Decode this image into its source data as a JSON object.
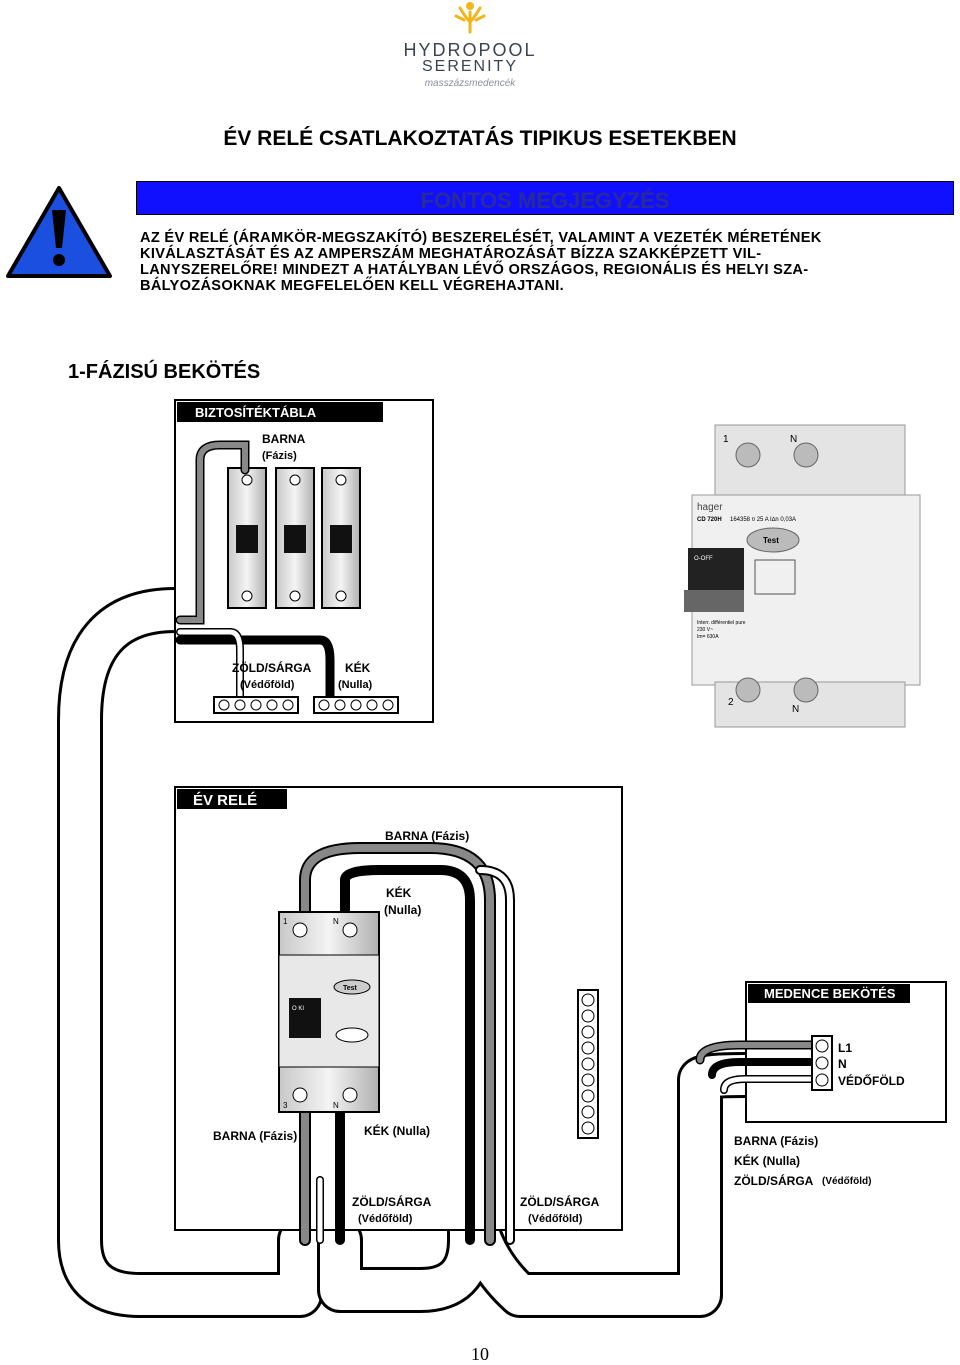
{
  "logo": {
    "line1": "HYDROPOOL",
    "line2": "SERENITY",
    "tagline": "masszázsmedencék"
  },
  "title": "ÉV RELÉ CSATLAKOZTATÁS TIPIKUS ESETEKBEN",
  "notice": {
    "heading": "FONTOS MEGJEGYZÉS",
    "lines": [
      "AZ ÉV RELÉ (ÁRAMKÖR-MEGSZAKÍTÓ) BESZERELÉSÉT, VALAMINT  A  VEZETÉK MÉRETÉNEK",
      "KIVÁLASZTÁSÁT  ÉS   AZ  AMPERSZÁM  MEGHATÁROZÁSÁT  BÍZZA  SZAKKÉPZETT  VIL-",
      "LANYSZERELŐRE! MINDEZT A  HATÁLYBAN  LÉVŐ  ORSZÁGOS,  REGIONÁLIS  ÉS  HELYI  SZA-",
      "BÁLYOZÁSOKNAK  MEGFELELŐEN  KELL  VÉGREHAJTANI."
    ]
  },
  "diagram": {
    "section_title": "1-FÁZISÚ BEKÖTÉS",
    "panel": {
      "header": "BIZTOSÍTÉKTÁBLA",
      "brown_label": "BARNA",
      "brown_sub": "(Fázis)",
      "green_label": "ZÖLD/SÁRGA",
      "green_sub": "(Védőföld)",
      "blue_label": "KÉK",
      "blue_sub": "(Nulla)"
    },
    "photo": {
      "brand": "hager",
      "model": "CD 720H",
      "ratings": "164358 ¤   25 A   I∆n 0,03A",
      "test_label": "Test",
      "off_label": "O-OFF",
      "info1": "Interr. différentiel pure",
      "info2": "230 V~",
      "info3": "Im= 630A",
      "top_1": "1",
      "top_n": "N",
      "bot_2": "2",
      "bot_n": "N"
    },
    "relay": {
      "header": "ÉV RELÉ",
      "brown_top": "BARNA (Fázis)",
      "blue_top_label": "KÉK",
      "blue_top_sub": "(Nulla)",
      "brown_bottom": "BARNA (Fázis)",
      "blue_bottom": "KÉK (Nulla)",
      "green_left_label": "ZÖLD/SÁRGA",
      "green_left_sub": "(Védőföld)",
      "green_right_label": "ZÖLD/SÁRGA",
      "green_right_sub": "(Védőföld)",
      "test_label": "Test",
      "on_label": "O KI",
      "top_1": "1",
      "top_n": "N",
      "bot_3": "3",
      "bot_n": "N"
    },
    "spa": {
      "header": "MEDENCE BEKÖTÉS",
      "l1": "L1",
      "n": "N",
      "ground": "VÉDŐFÖLD",
      "brown": "BARNA (Fázis)",
      "blue": "KÉK (Nulla)",
      "green": "ZÖLD/SÁRGA",
      "green_sub": "(Védőföld)"
    }
  },
  "page_number": "10",
  "colors": {
    "notice_bar": "#1010ff",
    "notice_title": "#2a2aa0",
    "warning_triangle": "#1a4fe0",
    "wire_brown": "#888888",
    "wire_blue": "#000000",
    "wire_green": "#ffffff"
  }
}
